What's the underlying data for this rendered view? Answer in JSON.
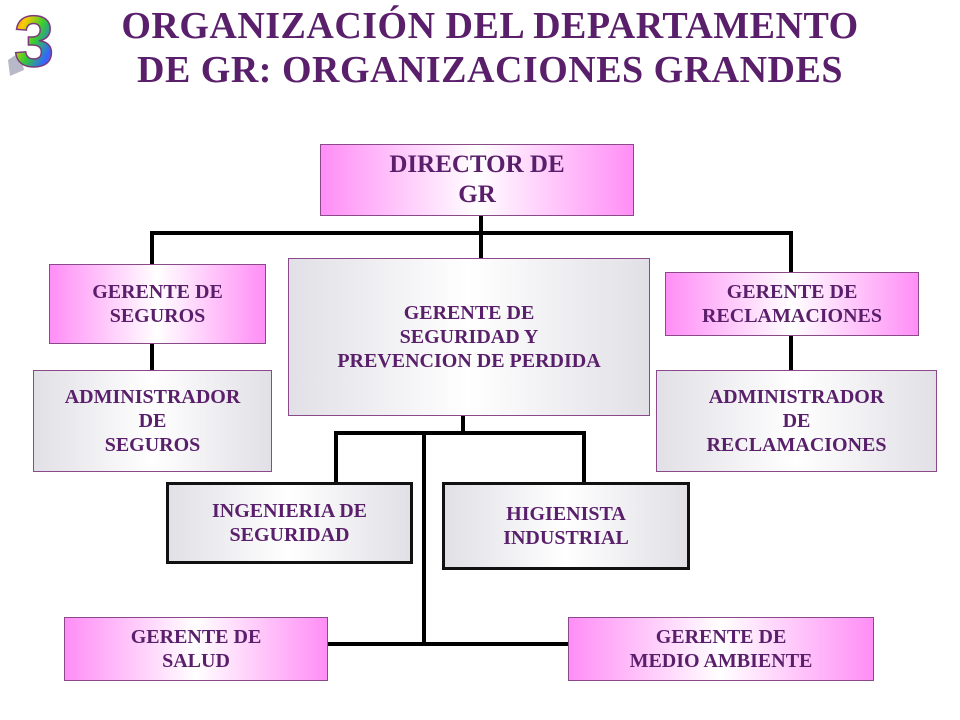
{
  "title": {
    "line1": "ORGANIZACIÓN DEL DEPARTAMENTO",
    "line2": "DE GR: ORGANIZACIONES GRANDES"
  },
  "logo": {
    "text": "3",
    "icon": "rainbow-number-3-icon"
  },
  "nodes": {
    "director": [
      "DIRECTOR  DE",
      "GR"
    ],
    "gerente_seguros": [
      "GERENTE DE",
      "SEGUROS"
    ],
    "gerente_seguridad": [
      "GERENTE DE",
      "SEGURIDAD Y",
      "PREVENCION DE PERDIDA"
    ],
    "gerente_reclamaciones": [
      "GERENTE DE",
      "RECLAMACIONES"
    ],
    "admin_seguros": [
      "ADMINISTRADOR",
      "DE",
      "SEGUROS"
    ],
    "admin_reclamaciones": [
      "ADMINISTRADOR",
      "DE",
      "RECLAMACIONES"
    ],
    "ingenieria": [
      "INGENIERIA DE",
      "SEGURIDAD"
    ],
    "higienista": [
      "HIGIENISTA",
      "INDUSTRIAL"
    ],
    "gerente_salud": [
      "GERENTE DE",
      "SALUD"
    ],
    "gerente_ambiente": [
      "GERENTE DE",
      "MEDIO AMBIENTE"
    ]
  },
  "colors": {
    "title": "#5a1f6b",
    "pink_box": "#ff8ef6",
    "gray_box": "#e0e0e6",
    "connector": "#000000"
  }
}
